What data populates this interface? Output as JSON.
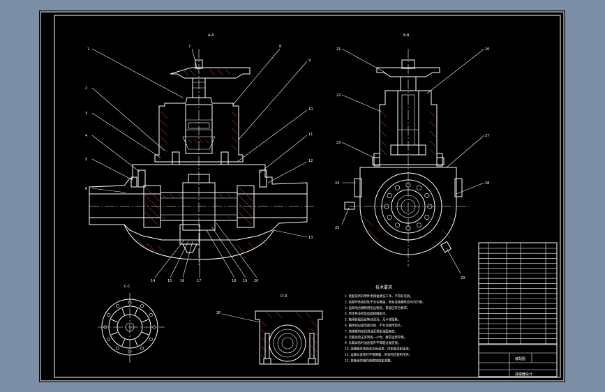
{
  "viewer": {
    "background": "#7d8fa7",
    "sheet_color": "#000000",
    "line_color": "#ffffff",
    "hatch_color": "#ff3b3b"
  },
  "views": {
    "front_title": "A-A",
    "side_title": "B-B",
    "detail_left_title": "C-C",
    "detail_right_title": "D-D"
  },
  "notes": {
    "heading": "技术要求",
    "lines": [
      "1. 装配前所有零件用煤油清洗干净，不得有毛刺。",
      "2. 装配时各密封处不允许漏油，各处连接螺栓应均匀拧紧。",
      "3. 齿轮啮合侧隙用铅丝检验，其值应符合要求。",
      "4. 用涂色法检验齿面接触斑点。",
      "5. 轴承装配后应转动灵活，无卡滞现象。",
      "6. 箱体剖分面涂密封胶，不允许使用垫片。",
      "7. 减速器内装润滑油至规定油面高度。",
      "8. 空载试验正反转各一小时，要求运转平稳。",
      "9. 负载试验时油池温升不得超过规定值。",
      "10. 减速器外表面涂灰色油漆，内表面涂耐油漆。",
      "11. 运输与安装时不得倒置，吊装时应使用吊环。",
      "12. 各轴承的轴向游隙按规定调整。"
    ]
  },
  "title_block": {
    "drawing_name": "装配图",
    "company": "减速器设计"
  }
}
